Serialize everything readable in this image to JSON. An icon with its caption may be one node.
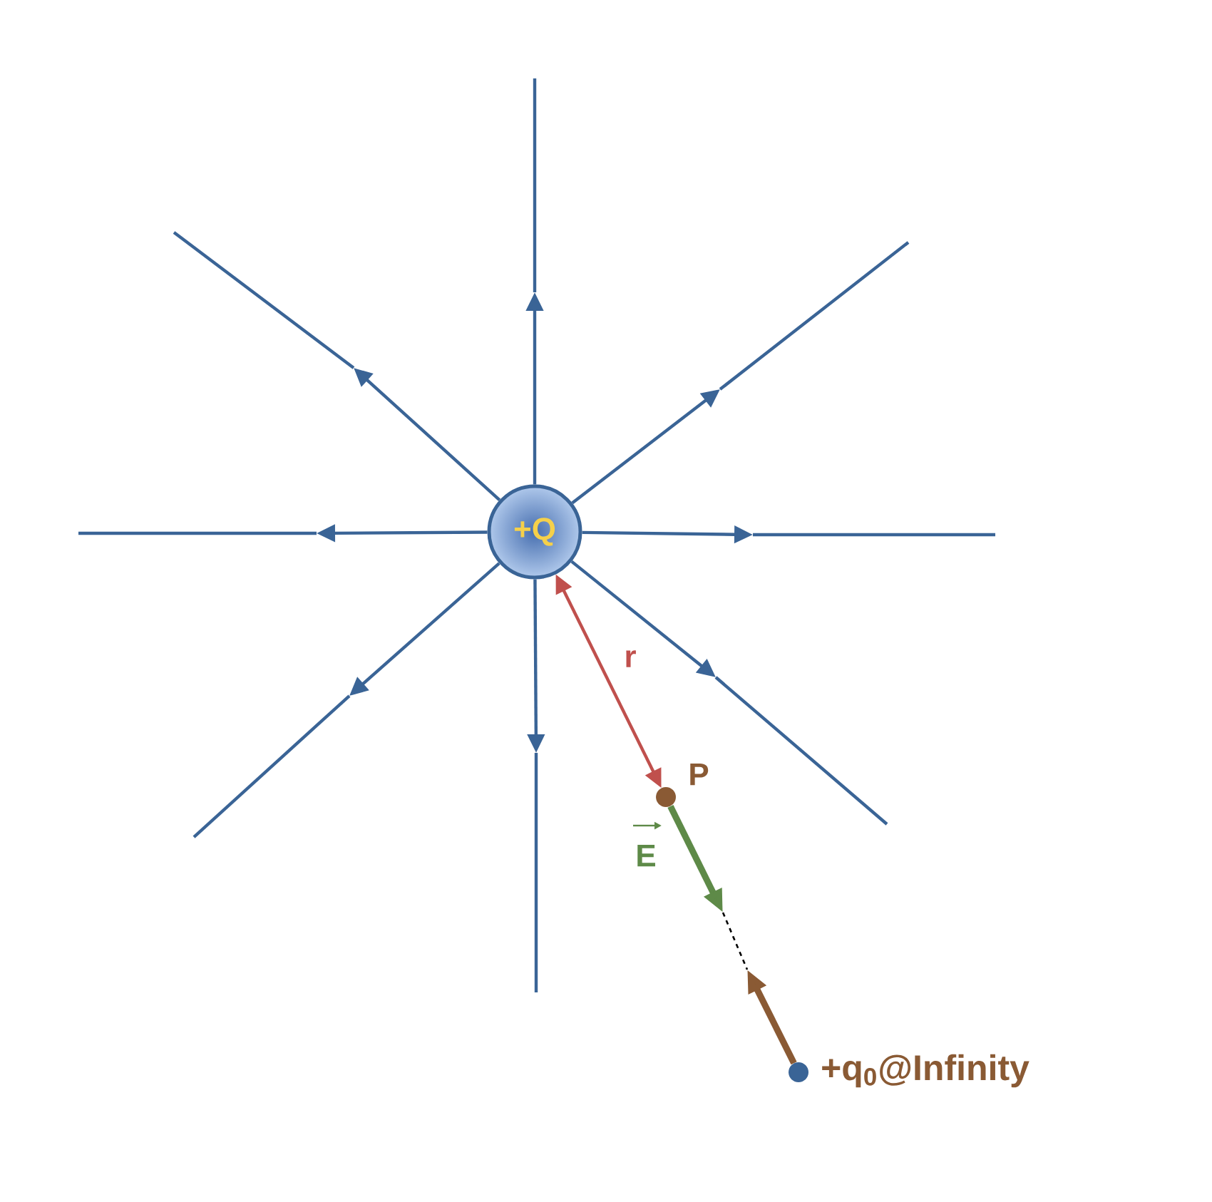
{
  "diagram": {
    "nodes": [
      {
        "text": [
          "+Q"
        ]
      },
      {
        "text": [
          "P"
        ]
      },
      {
        "text": [
          "+q$_{0}$@Infinity"
        ]
      }
    ],
    "edges": [
      {
        "from": 0,
        "to": null,
        "arrow": "to"
      },
      {
        "from": 0,
        "to": null,
        "arrow": "to"
      },
      {
        "from": 0,
        "to": null,
        "arrow": "to"
      },
      {
        "from": 0,
        "to": null,
        "arrow": "to"
      },
      {
        "from": 0,
        "to": null,
        "arrow": "to"
      },
      {
        "from": 0,
        "to": null,
        "arrow": "to"
      },
      {
        "from": 0,
        "to": null,
        "arrow": "to"
      },
      {
        "from": 0,
        "to": null,
        "arrow": "to"
      },
      {
        "from": 0,
        "to": 1,
        "arrow": "both",
        "label": "r",
        "color": "#c0504d"
      },
      {
        "from": 1,
        "to": null,
        "arrow": "to",
        "label": "E",
        "style": "thick",
        "color": "#5e8a48"
      },
      {
        "from": 2,
        "to": null,
        "arrow": "to",
        "style": "thick",
        "color": "#8a5a34"
      }
    ]
  }
}
